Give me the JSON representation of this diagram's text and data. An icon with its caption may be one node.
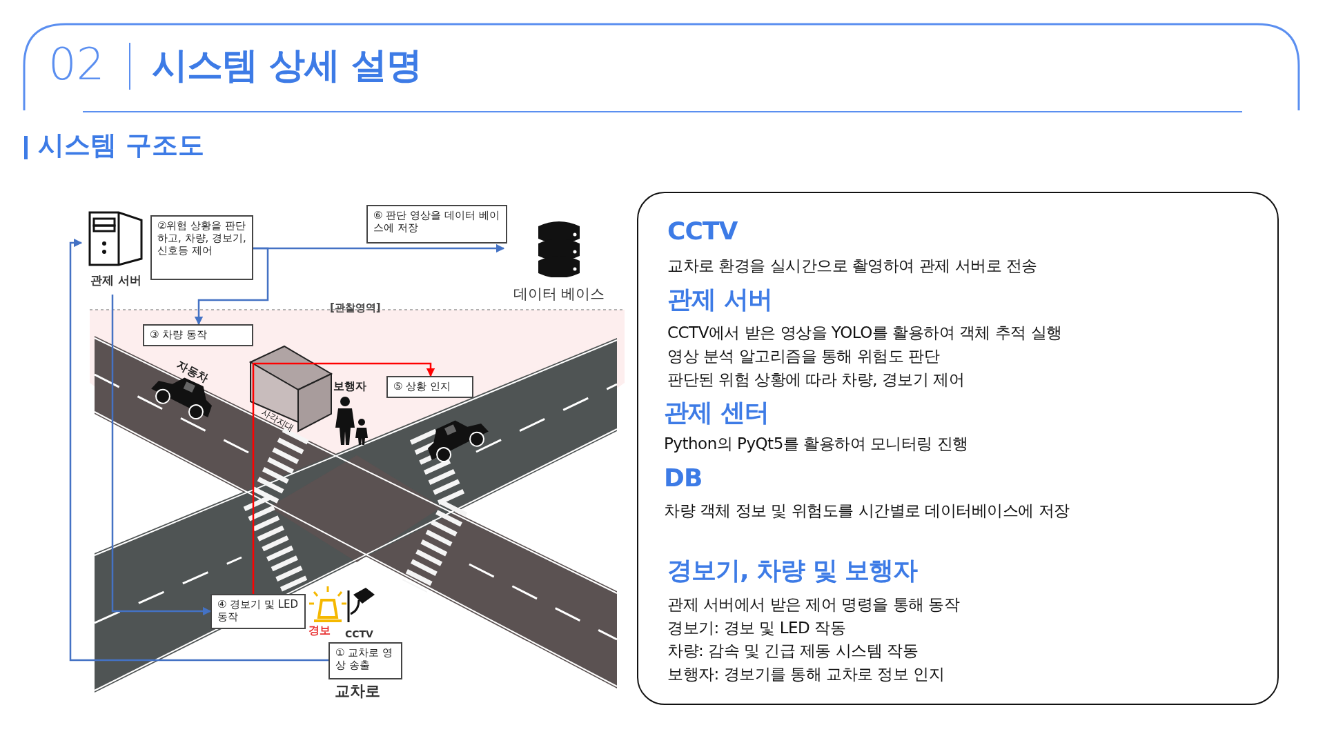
{
  "diagram": {
    "title": "시스템 상세 설명",
    "nodes": [
      {
        "text": [
          "관제 서버"
        ]
      },
      {
        "text": [
          "②위험 상황을 판단하고, 차량, 경보기, 신호등 제어"
        ]
      },
      {
        "text": [
          "⑥ 판단 영상을 데이터 베이스에 저장"
        ]
      },
      {
        "text": [
          "데이터 베이스"
        ]
      },
      {
        "text": [
          "③ 차량 동작"
        ]
      },
      {
        "text": [
          "⑤ 상황 인지"
        ]
      },
      {
        "text": [
          "④ 경보기 및 LED 동작"
        ]
      },
      {
        "text": [
          "① 교차로 영상 송출"
        ]
      },
      {
        "text": [
          "CCTV",
          "교차로 환경을 실시간으로 촬영하여 관제 서버로 전송",
          "관제 서버",
          "CCTV에서 받은 영상을 YOLO를 활용하여 객체 추적 실행",
          "영상 분석 알고리즘을 통해 위험도 판단",
          "판단된 위험 상황에 따라 차량, 경보기 제어",
          "관제 센터",
          "Python의 PyQt5를 활용하여 모니터링 진행",
          "DB",
          "차량 객체 정보 및 위험도를 시간별로 데이터베이스에 저장",
          "경보기, 차량 및 보행자",
          "관제 서버에서 받은 제어 명령을 통해 동작",
          "경보기: 경보 및 LED 작동",
          "차량: 감속 및 긴급 제동 시스템 작동",
          "보행자: 경보기를 통해 교차로 정보 인지"
        ]
      }
    ],
    "edges": [
      {
        "from": 7,
        "to": 0,
        "arrow": "to"
      },
      {
        "from": 1,
        "to": 3,
        "arrow": "to"
      },
      {
        "from": 1,
        "to": 4,
        "arrow": "to"
      },
      {
        "from": 0,
        "to": 6,
        "arrow": "to"
      },
      {
        "from": 6,
        "to": 5,
        "arrow": "to",
        "color": "#ff0000"
      }
    ],
    "labels": [
      "02",
      "시스템 구조도",
      "[관찰영역]",
      "자동차",
      "사각지대",
      "보행자",
      "경보",
      "CCTV",
      "교차로"
    ]
  }
}
